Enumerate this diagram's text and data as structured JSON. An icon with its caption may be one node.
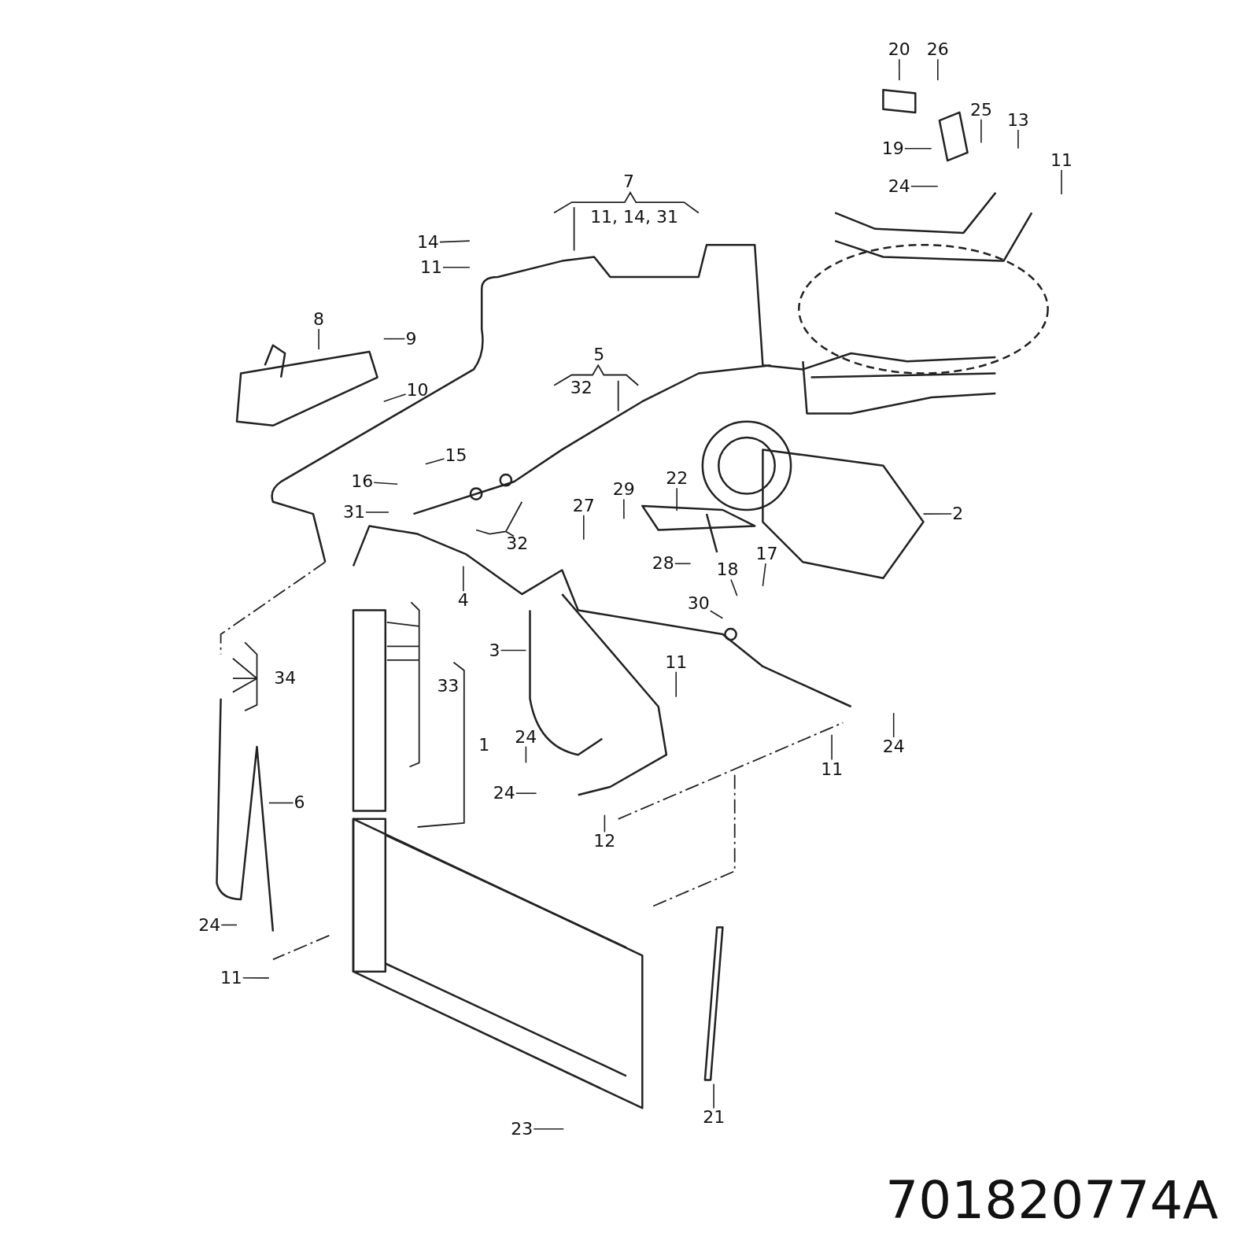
{
  "diagram": {
    "nodes": [
      {
        "text": [
          "20"
        ]
      },
      {
        "text": [
          "26"
        ]
      },
      {
        "text": [
          "25"
        ]
      },
      {
        "text": [
          "13"
        ]
      },
      {
        "text": [
          "19"
        ]
      },
      {
        "text": [
          "11"
        ]
      },
      {
        "text": [
          "24"
        ]
      },
      {
        "text": [
          "14"
        ]
      },
      {
        "text": [
          "11"
        ]
      },
      {
        "text": [
          "8"
        ]
      },
      {
        "text": [
          "9"
        ]
      },
      {
        "text": [
          "10"
        ]
      },
      {
        "text": [
          "15"
        ]
      },
      {
        "text": [
          "22"
        ]
      },
      {
        "text": [
          "16"
        ]
      },
      {
        "text": [
          "29"
        ]
      },
      {
        "text": [
          "27"
        ]
      },
      {
        "text": [
          "31"
        ]
      },
      {
        "text": [
          "2"
        ]
      },
      {
        "text": [
          "17"
        ]
      },
      {
        "text": [
          "28"
        ]
      },
      {
        "text": [
          "18"
        ]
      },
      {
        "text": [
          "30"
        ]
      },
      {
        "text": [
          "4"
        ]
      },
      {
        "text": [
          "3"
        ]
      },
      {
        "text": [
          "11"
        ]
      },
      {
        "text": [
          "24"
        ]
      },
      {
        "text": [
          "24"
        ]
      },
      {
        "text": [
          "11"
        ]
      },
      {
        "text": [
          "24"
        ]
      },
      {
        "text": [
          "6"
        ]
      },
      {
        "text": [
          "12"
        ]
      },
      {
        "text": [
          "24"
        ]
      },
      {
        "text": [
          "11"
        ]
      },
      {
        "text": [
          "21"
        ]
      },
      {
        "text": [
          "23"
        ]
      }
    ],
    "edges": [
      {
        "from": 0,
        "to": null,
        "arrow": "none"
      },
      {
        "from": 1,
        "to": null,
        "arrow": "none"
      },
      {
        "from": 2,
        "to": null,
        "arrow": "none"
      },
      {
        "from": 3,
        "to": null,
        "arrow": "none"
      },
      {
        "from": 4,
        "to": null,
        "arrow": "none"
      },
      {
        "from": 5,
        "to": null,
        "arrow": "none"
      },
      {
        "from": 6,
        "to": null,
        "arrow": "none"
      },
      {
        "from": 7,
        "to": null,
        "arrow": "none"
      },
      {
        "from": 8,
        "to": null,
        "arrow": "none"
      },
      {
        "from": 9,
        "to": null,
        "arrow": "none"
      },
      {
        "from": 10,
        "to": null,
        "arrow": "none"
      },
      {
        "from": 11,
        "to": null,
        "arrow": "none"
      },
      {
        "from": 12,
        "to": null,
        "arrow": "none"
      },
      {
        "from": 13,
        "to": null,
        "arrow": "none"
      },
      {
        "from": 14,
        "to": null,
        "arrow": "none"
      },
      {
        "from": 15,
        "to": null,
        "arrow": "none"
      },
      {
        "from": 16,
        "to": null,
        "arrow": "none"
      },
      {
        "from": 17,
        "to": null,
        "arrow": "none"
      },
      {
        "from": 18,
        "to": null,
        "arrow": "none"
      },
      {
        "from": 19,
        "to": null,
        "arrow": "none"
      },
      {
        "from": 20,
        "to": null,
        "arrow": "none"
      },
      {
        "from": 21,
        "to": null,
        "arrow": "none"
      },
      {
        "from": 22,
        "to": null,
        "arrow": "none"
      },
      {
        "from": 23,
        "to": null,
        "arrow": "none"
      },
      {
        "from": 24,
        "to": null,
        "arrow": "none"
      },
      {
        "from": 25,
        "to": null,
        "arrow": "none"
      },
      {
        "from": 26,
        "to": null,
        "arrow": "none"
      },
      {
        "from": 27,
        "to": null,
        "arrow": "none"
      },
      {
        "from": 28,
        "to": null,
        "arrow": "none"
      },
      {
        "from": 29,
        "to": null,
        "arrow": "none"
      },
      {
        "from": 30,
        "to": null,
        "arrow": "none"
      },
      {
        "from": 31,
        "to": null,
        "arrow": "none"
      },
      {
        "from": 32,
        "to": null,
        "arrow": "none"
      },
      {
        "from": 33,
        "to": null,
        "arrow": "none"
      },
      {
        "from": 34,
        "to": null,
        "arrow": "none"
      },
      {
        "from": 35,
        "to": null,
        "arrow": "none"
      }
    ],
    "labels": [
      "7",
      "11, 14, 31",
      "5",
      "32",
      "32",
      "34",
      "33",
      "1",
      "701820774A"
    ]
  }
}
